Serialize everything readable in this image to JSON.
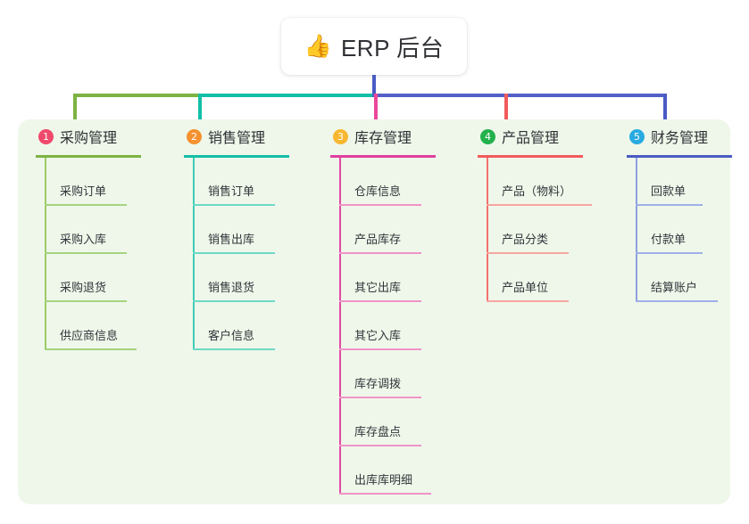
{
  "title": {
    "emoji": "👍",
    "emoji_name": "thumbs-up-icon",
    "text": "ERP 后台"
  },
  "colors": {
    "panel_background": "#eff7ea",
    "trunk": "#4a5bc4",
    "bus_green": "#7cb342",
    "bus_teal": "#13bfa6",
    "bus_blue": "#5360c8",
    "drop_pink": "#ec4899",
    "drop_red": "#f15b5b"
  },
  "columns": [
    {
      "badge": "1",
      "badge_color": "#ef4a6b",
      "title": "采购管理",
      "rule_color": "#7cb342",
      "rule_width": 118,
      "line_color": "#9ccc65",
      "leaf_color": "#a5d47f",
      "items": [
        {
          "label": "采购订单",
          "rule_width": 92
        },
        {
          "label": "采购入库",
          "rule_width": 92
        },
        {
          "label": "采购退货",
          "rule_width": 92
        },
        {
          "label": "供应商信息",
          "rule_width": 103
        }
      ]
    },
    {
      "badge": "2",
      "badge_color": "#f5922f",
      "title": "销售管理",
      "rule_color": "#13bfa6",
      "rule_width": 118,
      "line_color": "#3fcdb8",
      "leaf_color": "#6fd9c8",
      "items": [
        {
          "label": "销售订单",
          "rule_width": 92
        },
        {
          "label": "销售出库",
          "rule_width": 92
        },
        {
          "label": "销售退货",
          "rule_width": 92
        },
        {
          "label": "客户信息",
          "rule_width": 92
        }
      ]
    },
    {
      "badge": "3",
      "badge_color": "#f7b731",
      "title": "库存管理",
      "rule_color": "#e040a0",
      "rule_width": 118,
      "line_color": "#e04ba4",
      "leaf_color": "#f093c8",
      "items": [
        {
          "label": "仓库信息",
          "rule_width": 92
        },
        {
          "label": "产品库存",
          "rule_width": 92
        },
        {
          "label": "其它出库",
          "rule_width": 92
        },
        {
          "label": "其它入库",
          "rule_width": 92
        },
        {
          "label": "库存调拨",
          "rule_width": 92
        },
        {
          "label": "库存盘点",
          "rule_width": 92
        },
        {
          "label": "出库库明细",
          "rule_width": 103
        }
      ]
    },
    {
      "badge": "4",
      "badge_color": "#22b14c",
      "title": "产品管理",
      "rule_color": "#f15b5b",
      "rule_width": 118,
      "line_color": "#f4706f",
      "leaf_color": "#f8a5a2",
      "items": [
        {
          "label": "产品（物料）",
          "rule_width": 118
        },
        {
          "label": "产品分类",
          "rule_width": 92
        },
        {
          "label": "产品单位",
          "rule_width": 92
        }
      ]
    },
    {
      "badge": "5",
      "badge_color": "#29abe2",
      "title": "财务管理",
      "rule_color": "#4a5bc4",
      "rule_width": 118,
      "line_color": "#8f9fe0",
      "leaf_color": "#9fb0e8",
      "items": [
        {
          "label": "回款单",
          "rule_width": 75
        },
        {
          "label": "付款单",
          "rule_width": 75
        },
        {
          "label": "结算账户",
          "rule_width": 92
        }
      ]
    }
  ]
}
